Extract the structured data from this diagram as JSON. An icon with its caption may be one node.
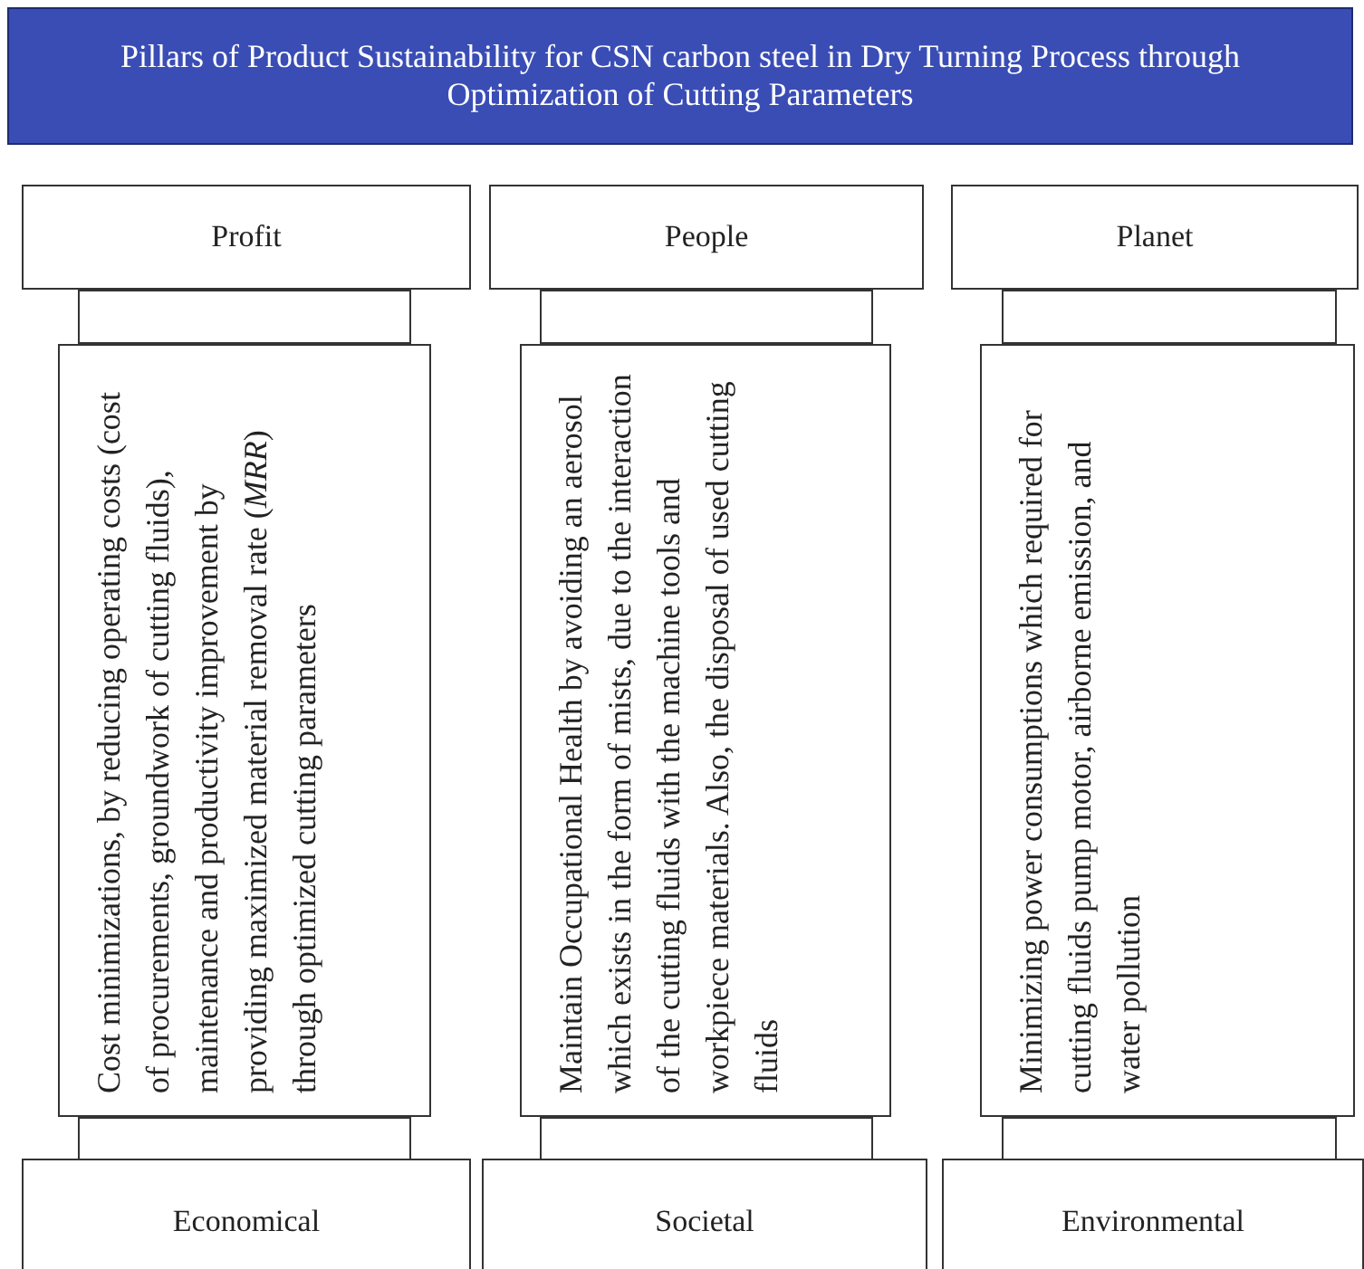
{
  "diagram": {
    "nodes": [
      {
        "text": [
          "Pillars of Product Sustainability for CSN carbon steel in Dry Turning Process through Optimization of Cutting Parameters"
        ]
      },
      {
        "text": [
          "Profit"
        ]
      },
      {
        "text": [
          "People"
        ]
      },
      {
        "text": [
          "Planet"
        ]
      },
      {
        "text": [],
        "shape": "box"
      },
      {
        "text": [],
        "shape": "box"
      },
      {
        "text": [],
        "shape": "box"
      },
      {
        "text": [
          "Cost minimizations, by reducing operating costs (cost of procurements, groundwork of cutting fluids), maintenance and productivity improvement by providing maximized material removal rate (*MRR*) through optimized cutting parameters"
        ]
      },
      {
        "text": [
          "Maintain Occupational Health by avoiding an aerosol which exists in the form of mists, due to the interaction of the cutting fluids with the machine tools and workpiece materials. Also, the disposal of used cutting fluids"
        ]
      },
      {
        "text": [
          "Minimizing power consumptions which required for cutting fluids pump motor, airborne emission, and water pollution"
        ]
      },
      {
        "text": [],
        "shape": "box"
      },
      {
        "text": [],
        "shape": "box"
      },
      {
        "text": [],
        "shape": "box"
      },
      {
        "text": [
          "Economical"
        ]
      },
      {
        "text": [
          "Societal"
        ]
      },
      {
        "text": [
          "Environmental"
        ]
      }
    ],
    "edges": []
  }
}
